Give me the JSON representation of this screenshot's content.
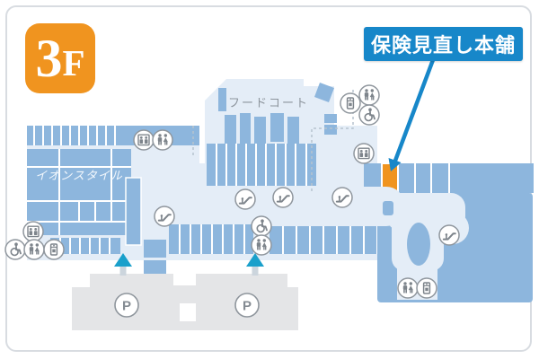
{
  "floor_badge": {
    "number": "3",
    "suffix": "F"
  },
  "callout": {
    "label": "保険見直し本舗"
  },
  "map": {
    "labels": {
      "food_court": "フードコート",
      "aeon_style": "イオンスタイル",
      "parking": "P"
    },
    "highlighted_store": {
      "name": "保険見直し本舗",
      "color": "#f0941f"
    },
    "colors": {
      "store_block_blue": "#8db6dd",
      "floor_light_blue": "#e4edf7",
      "highlight_orange": "#f0941f",
      "callout_blue": "#1787c9",
      "badge_orange": "#f0941f",
      "parking_gray": "#e4e5e7",
      "entrance_teal": "#1aa0cb",
      "icon_gray": "#7d848b"
    },
    "icons": {
      "restroom": "restroom-icon",
      "wheelchair": "accessible-restroom-icon",
      "elevator": "elevator-icon",
      "escalator": "escalator-icon",
      "vending": "vending-machine-icon",
      "parking": "parking-icon",
      "entrance": "entrance-triangle"
    }
  }
}
